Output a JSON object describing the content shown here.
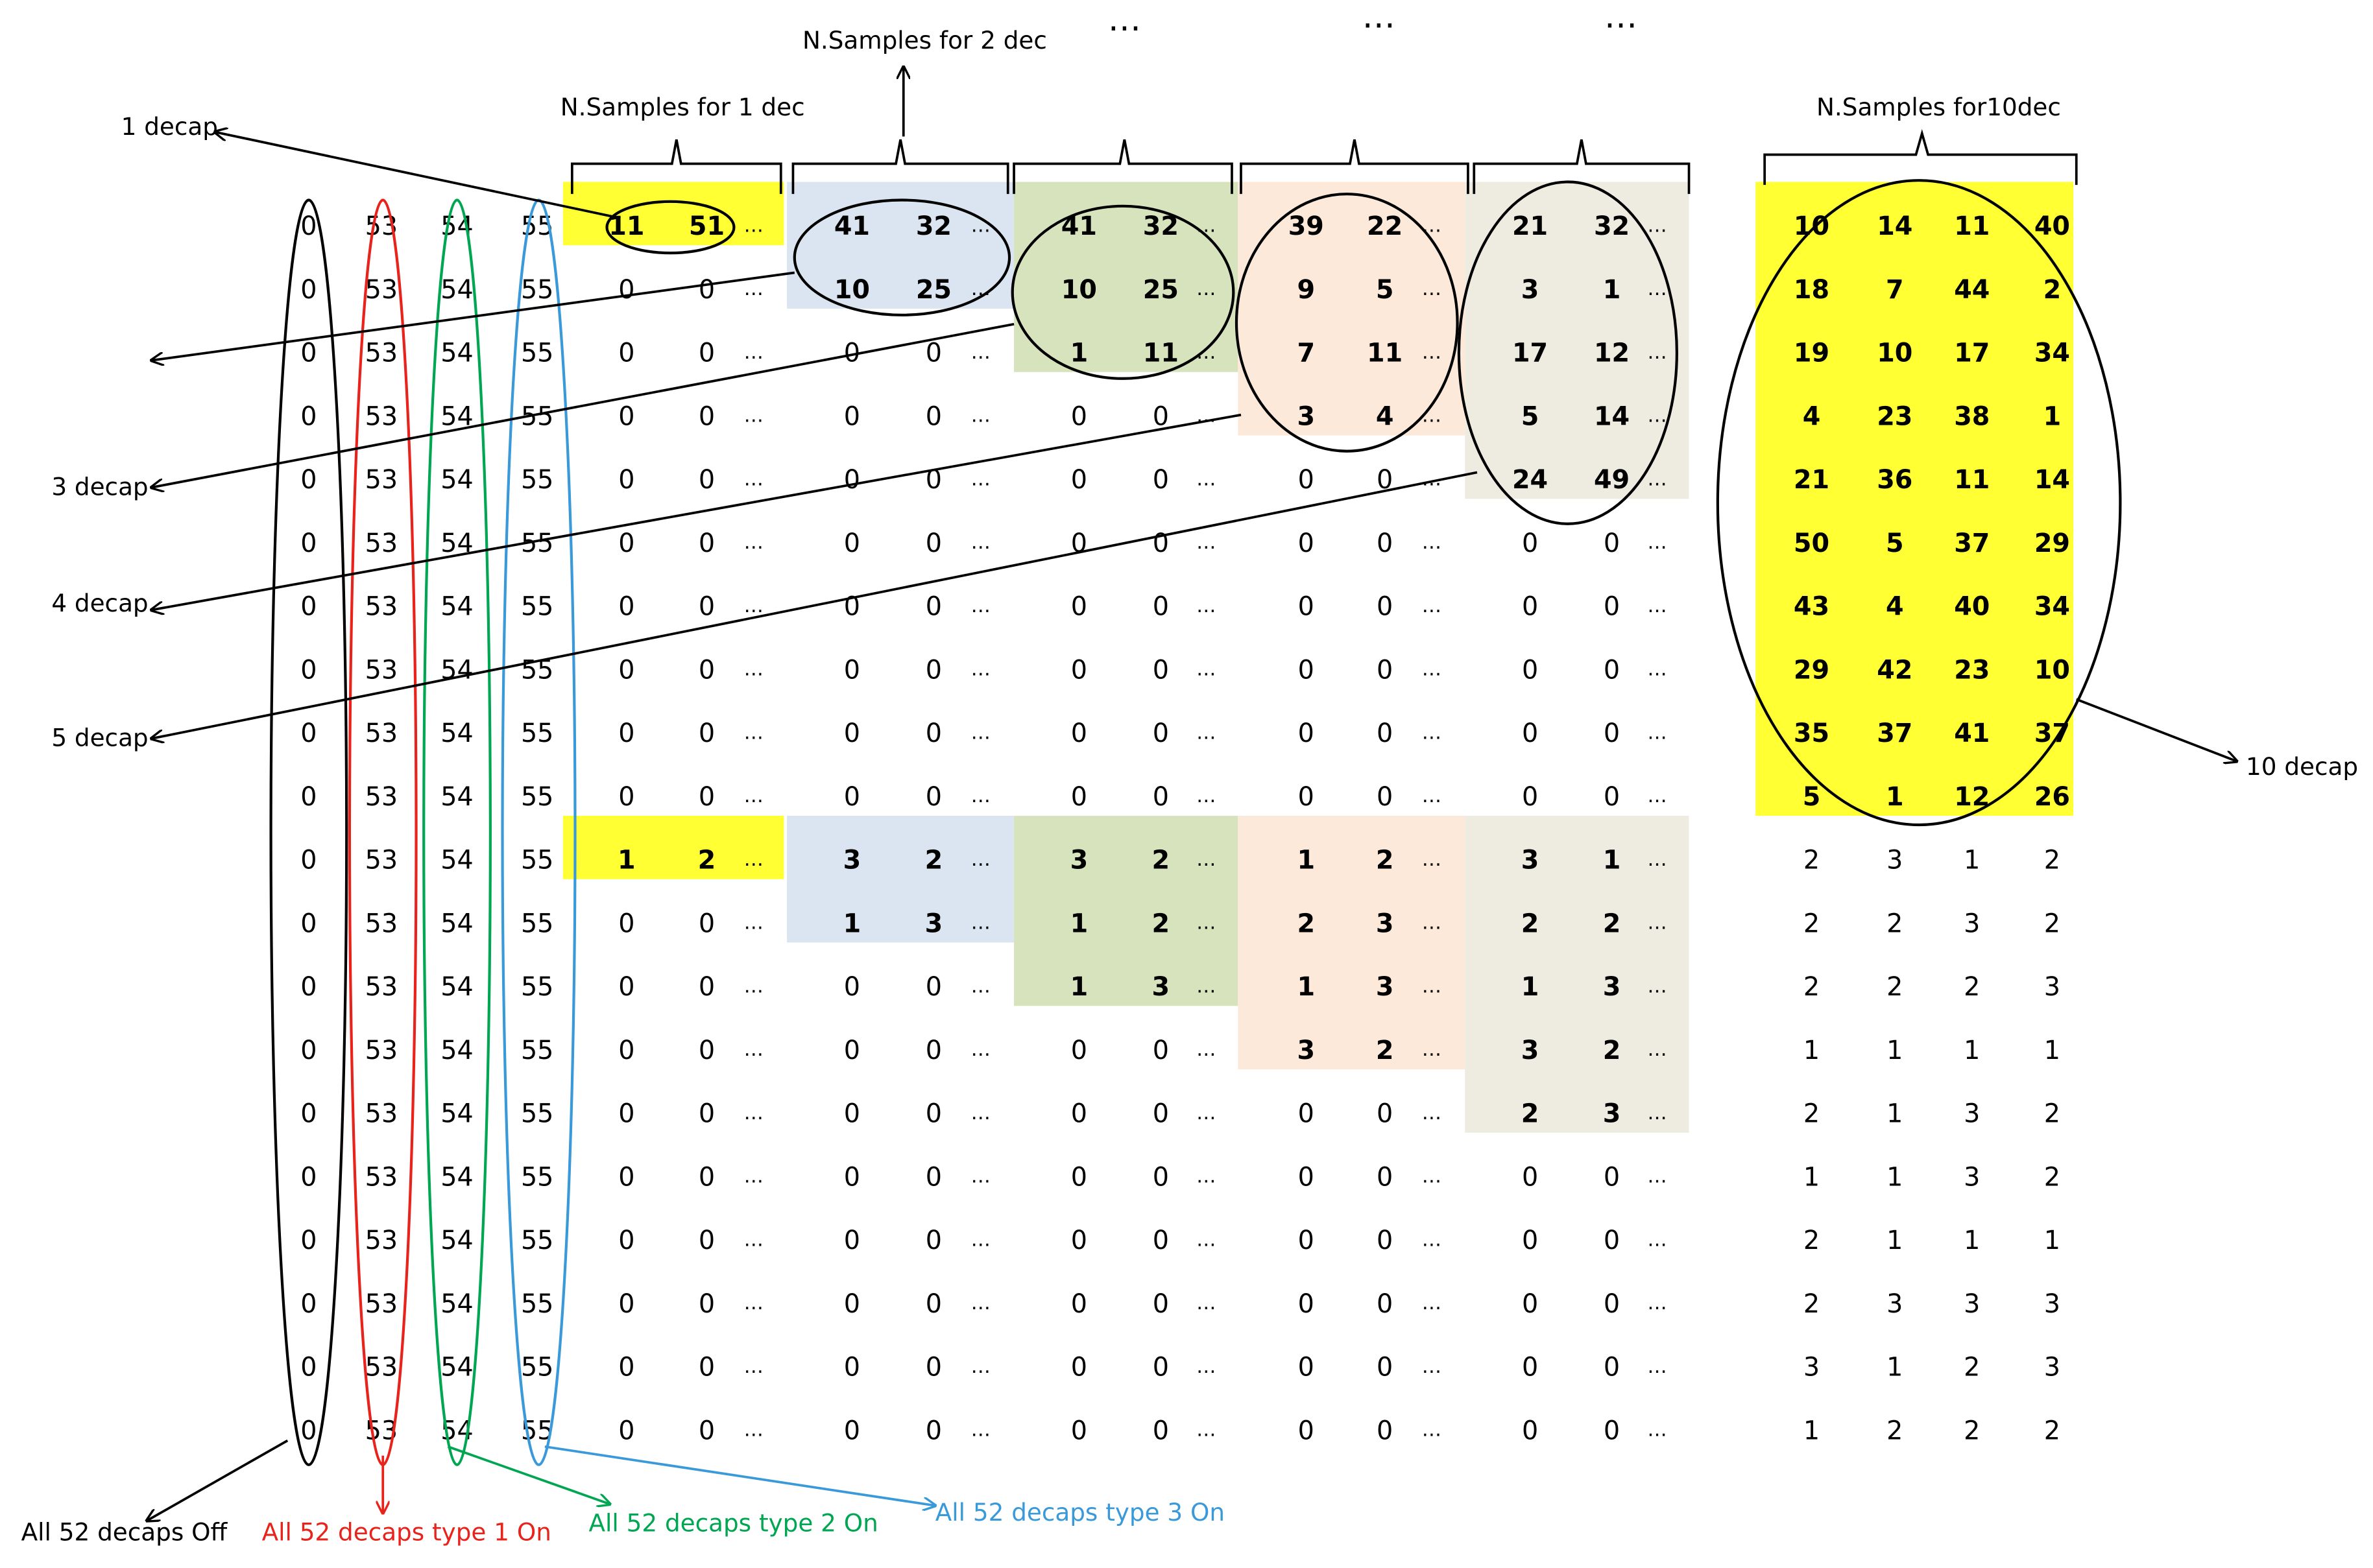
{
  "headers": {
    "dec1": "N.Samples for 1 dec",
    "dec2": "N.Samples for 2 dec",
    "dec10": "N.Samples for10dec",
    "ellipsis": "…"
  },
  "decap_labels": [
    "1 decap",
    "",
    "3 decap",
    "4 decap",
    "5 decap"
  ],
  "decap10_label": "10 decap",
  "bottom_labels": [
    {
      "text": "All 52 decaps Off",
      "color": "#000000"
    },
    {
      "text": "All 52 decaps type 1 On",
      "color": "#e8231b"
    },
    {
      "text": "All 52 decaps type 2 On",
      "color": "#00a651"
    },
    {
      "text": "All 52 decaps type 3 On",
      "color": "#3a9ad9"
    }
  ],
  "colors": {
    "yellow": "#ffff33",
    "blue": "#dbe5f1",
    "green": "#d6e3bc",
    "peach": "#fde9d9",
    "beige": "#eeece1",
    "text": "#000000",
    "red": "#e8231b",
    "green_line": "#00a651",
    "blue_line": "#3a9ad9"
  },
  "fixed_columns": [
    "0",
    "53",
    "54",
    "55"
  ],
  "top_blocks": [
    [
      [
        "11",
        "51"
      ]
    ],
    [
      [
        "41",
        "32"
      ],
      [
        "10",
        "25"
      ]
    ],
    [
      [
        "41",
        "32"
      ],
      [
        "10",
        "25"
      ],
      [
        "1",
        "11"
      ]
    ],
    [
      [
        "39",
        "22"
      ],
      [
        "9",
        "5"
      ],
      [
        "7",
        "11"
      ],
      [
        "3",
        "4"
      ]
    ],
    [
      [
        "21",
        "32"
      ],
      [
        "3",
        "1"
      ],
      [
        "17",
        "12"
      ],
      [
        "5",
        "14"
      ],
      [
        "24",
        "49"
      ]
    ]
  ],
  "bottom_blocks": [
    [
      [
        "1",
        "2"
      ]
    ],
    [
      [
        "3",
        "2"
      ],
      [
        "1",
        "3"
      ]
    ],
    [
      [
        "3",
        "2"
      ],
      [
        "1",
        "2"
      ],
      [
        "1",
        "3"
      ]
    ],
    [
      [
        "1",
        "2"
      ],
      [
        "2",
        "3"
      ],
      [
        "1",
        "3"
      ],
      [
        "3",
        "2"
      ]
    ],
    [
      [
        "3",
        "1"
      ],
      [
        "2",
        "2"
      ],
      [
        "1",
        "3"
      ],
      [
        "3",
        "2"
      ],
      [
        "2",
        "3"
      ]
    ]
  ],
  "dec10_top": [
    [
      "10",
      "14",
      "11",
      "40"
    ],
    [
      "18",
      "7",
      "44",
      "2"
    ],
    [
      "19",
      "10",
      "17",
      "34"
    ],
    [
      "4",
      "23",
      "38",
      "1"
    ],
    [
      "21",
      "36",
      "11",
      "14"
    ],
    [
      "50",
      "5",
      "37",
      "29"
    ],
    [
      "43",
      "4",
      "40",
      "34"
    ],
    [
      "29",
      "42",
      "23",
      "10"
    ],
    [
      "35",
      "37",
      "41",
      "37"
    ],
    [
      "5",
      "1",
      "12",
      "26"
    ]
  ],
  "dec10_bottom": [
    [
      "2",
      "3",
      "1",
      "2"
    ],
    [
      "2",
      "2",
      "3",
      "2"
    ],
    [
      "2",
      "2",
      "2",
      "3"
    ],
    [
      "1",
      "1",
      "1",
      "1"
    ],
    [
      "2",
      "1",
      "3",
      "2"
    ],
    [
      "1",
      "1",
      "3",
      "2"
    ],
    [
      "2",
      "1",
      "1",
      "1"
    ],
    [
      "2",
      "3",
      "3",
      "3"
    ],
    [
      "3",
      "1",
      "2",
      "3"
    ],
    [
      "1",
      "2",
      "2",
      "2"
    ]
  ]
}
